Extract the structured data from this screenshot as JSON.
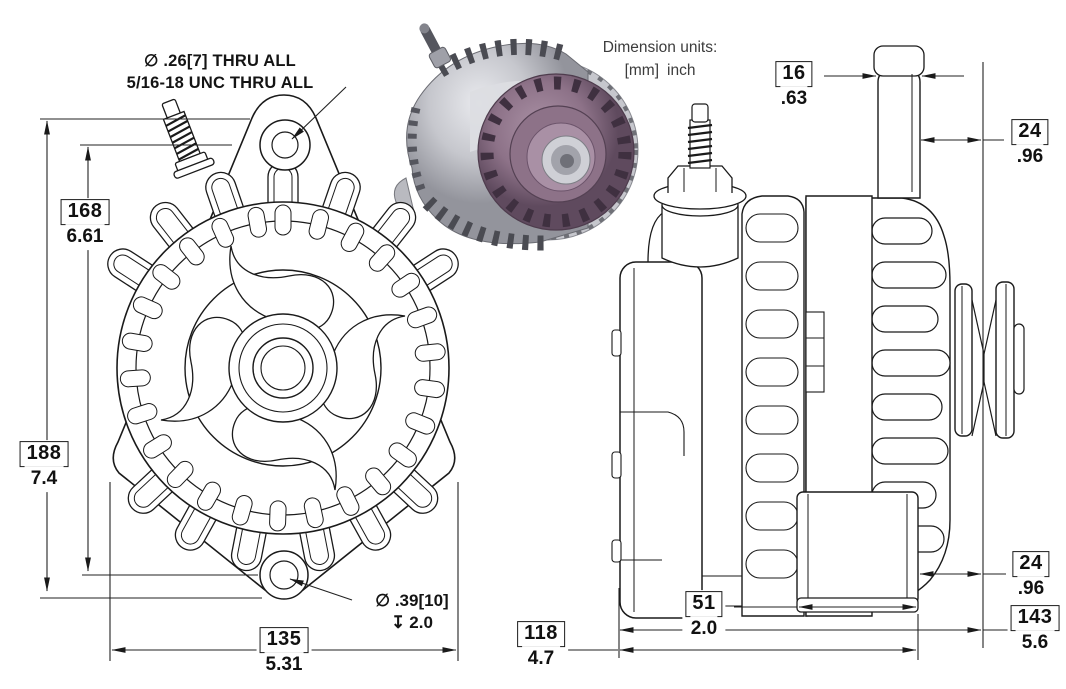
{
  "callouts": {
    "thread": {
      "line1": "∅ .26[7]  THRU ALL",
      "line2": "5/16-18 UNC   THRU ALL"
    },
    "units": {
      "title": "Dimension units:",
      "mm": "[mm]",
      "inch": "inch"
    },
    "counterbore": {
      "diameter": "∅ .39[10]",
      "depth_symbol": "↧",
      "depth": "2.0"
    }
  },
  "dimensions": {
    "front_view": {
      "bolt_hole_spacing": {
        "mm": "168",
        "inch": "6.61"
      },
      "overall_height": {
        "mm": "188",
        "inch": "7.4"
      },
      "overall_width": {
        "mm": "135",
        "inch": "5.31"
      }
    },
    "side_view": {
      "ear_width": {
        "mm": "16",
        "inch": ".63"
      },
      "ear_to_pulley_center": {
        "mm": "24",
        "inch": ".96"
      },
      "case_to_pulley_center": {
        "mm": "24",
        "inch": ".96"
      },
      "overall_length": {
        "mm": "143",
        "inch": "5.6"
      },
      "body_length": {
        "mm": "118",
        "inch": "4.7"
      },
      "foot_width": {
        "mm": "51",
        "inch": "2.0"
      }
    }
  },
  "colors": {
    "line": "#1a1a1a",
    "render_body": "#c6c7cd",
    "render_housing": "#8d7288",
    "background": "#ffffff"
  }
}
